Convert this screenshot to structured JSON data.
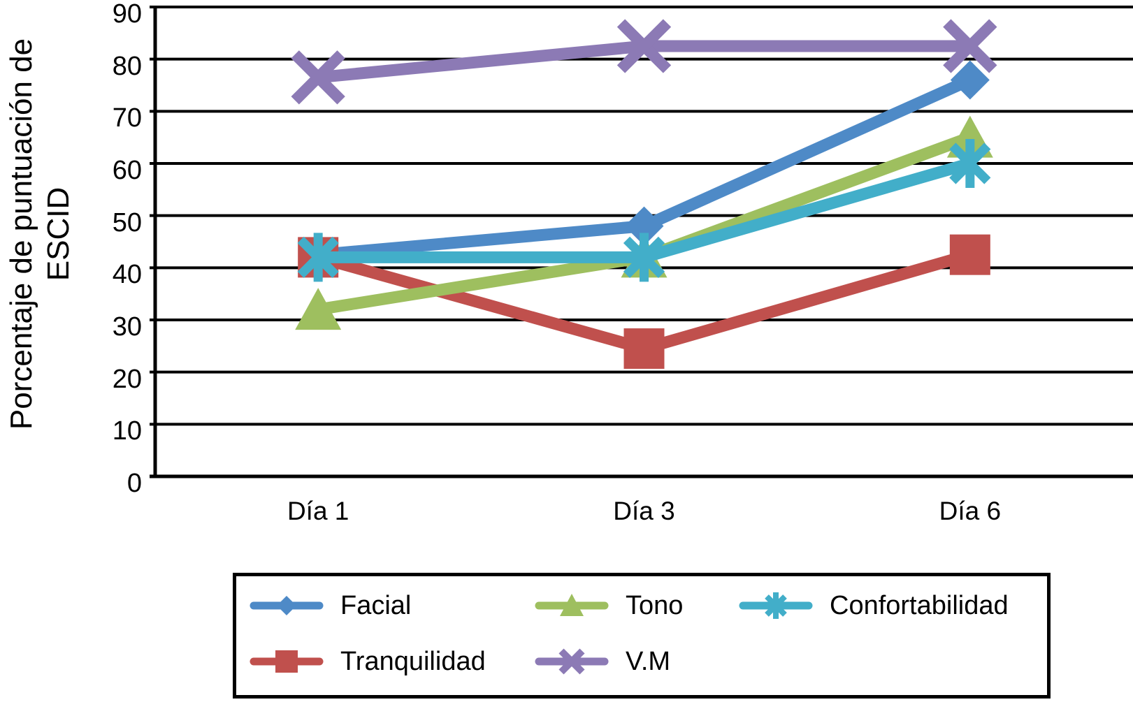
{
  "chart_data": {
    "type": "line",
    "title": "",
    "xlabel": "",
    "ylabel_lines": [
      "Porcentaje de puntuación de",
      "ESCID"
    ],
    "categories": [
      "Día 1",
      "Día 3",
      "Día 6"
    ],
    "y_ticks": [
      0,
      10,
      20,
      30,
      40,
      50,
      60,
      70,
      80,
      90
    ],
    "ylim": [
      0,
      90
    ],
    "grid": "horizontal",
    "legend_position": "bottom-boxed",
    "axis_color": "#000000",
    "background_color": "#ffffff",
    "series": [
      {
        "name": "Facial",
        "marker": "diamond",
        "color": "#4E8AC7",
        "values": [
          42.5,
          48,
          76
        ]
      },
      {
        "name": "Tono",
        "marker": "triangle",
        "color": "#9EBF5F",
        "values": [
          32,
          42,
          65
        ]
      },
      {
        "name": "Confortabilidad",
        "marker": "asterisk",
        "color": "#42AEC9",
        "values": [
          42,
          42,
          60
        ]
      },
      {
        "name": "Tranquilidad",
        "marker": "square",
        "color": "#C0504D",
        "values": [
          42,
          24.5,
          42.5
        ]
      },
      {
        "name": "V.M",
        "marker": "x",
        "color": "#8C7AB5",
        "values": [
          76.5,
          82.5,
          82.5
        ]
      }
    ],
    "draw_order": [
      "V.M",
      "Facial",
      "Tranquilidad",
      "Tono",
      "Confortabilidad"
    ]
  }
}
